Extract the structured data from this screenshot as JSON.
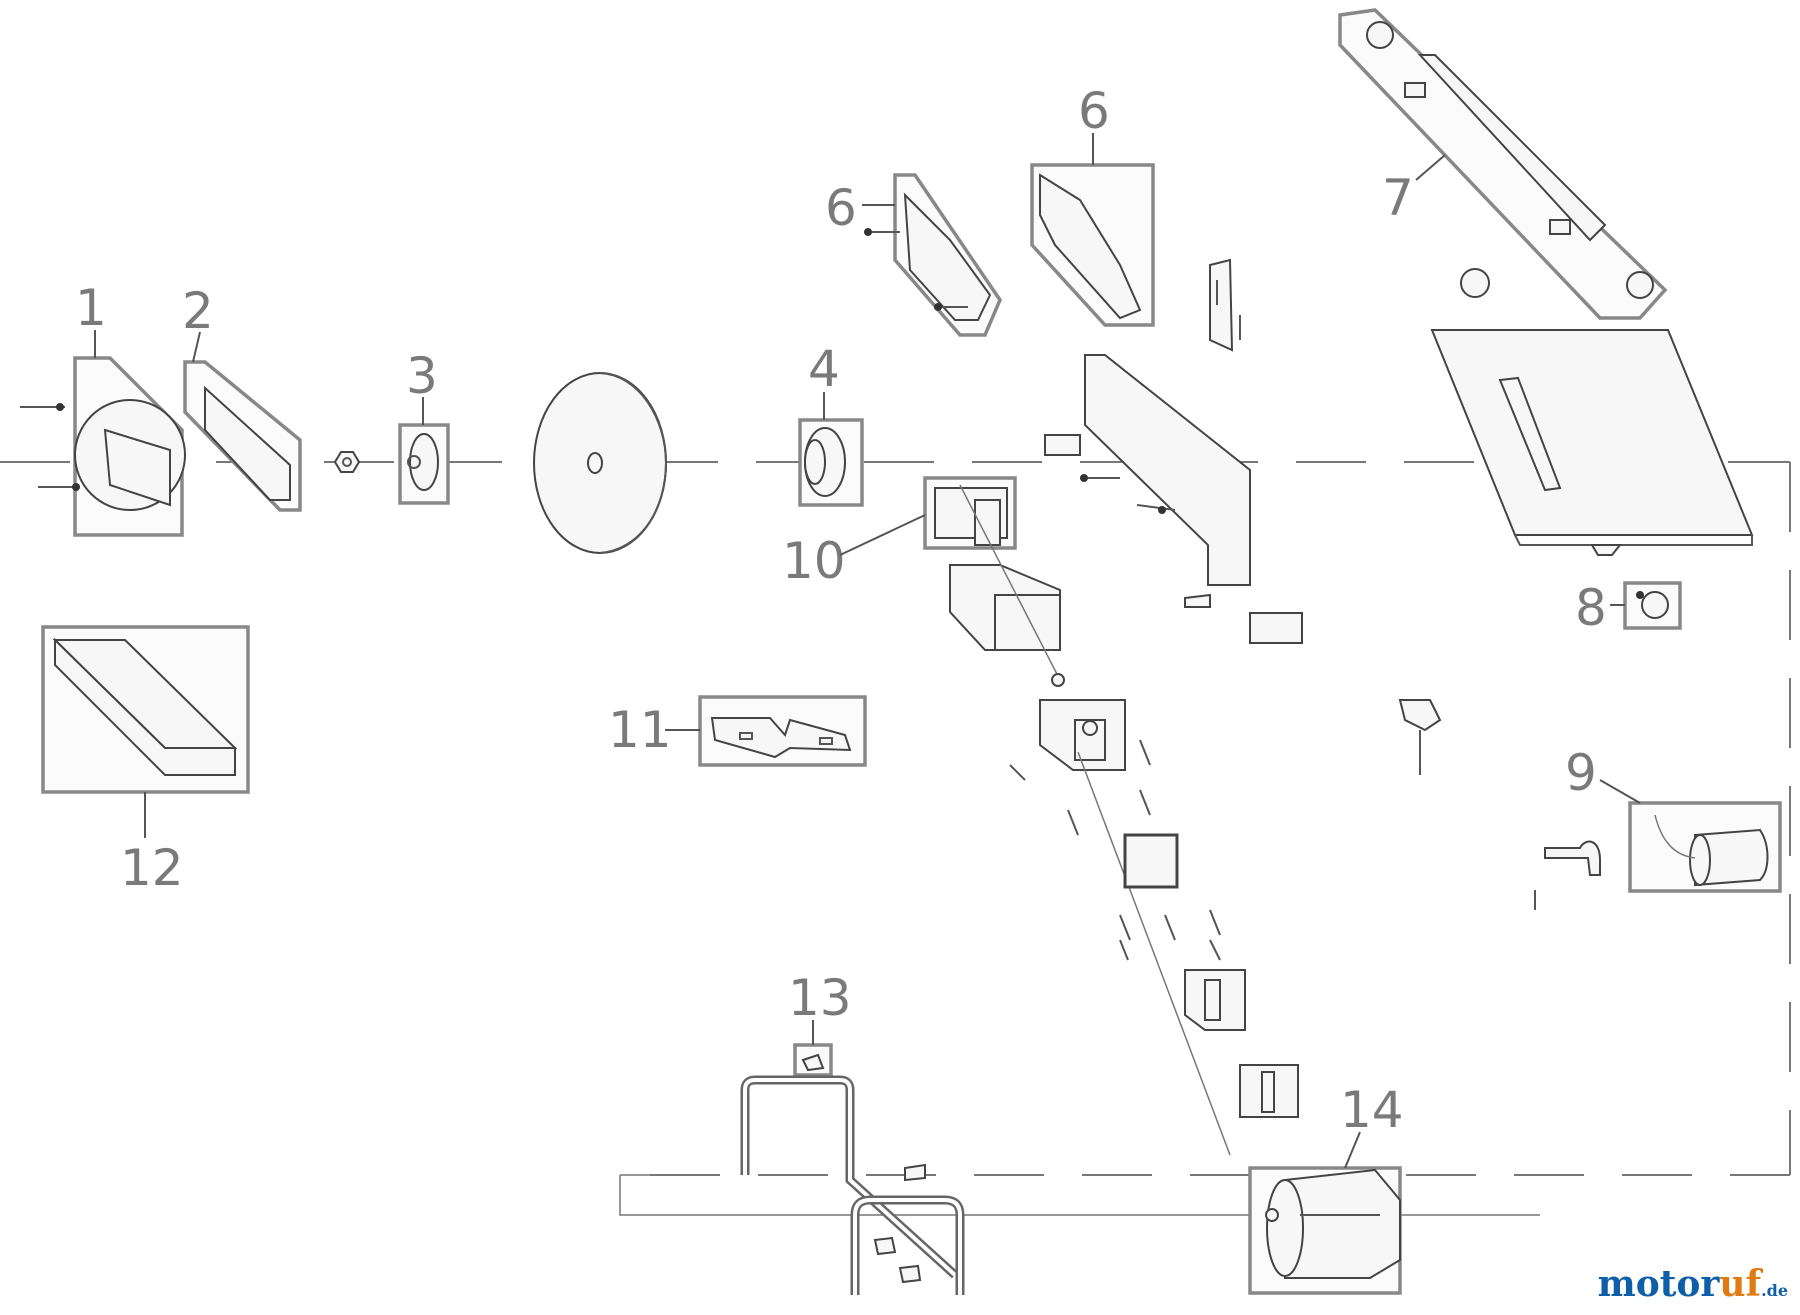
{
  "callouts": {
    "c1": "1",
    "c2": "2",
    "c3": "3",
    "c4": "4",
    "c6a": "6",
    "c6b": "6",
    "c7": "7",
    "c8": "8",
    "c9": "9",
    "c10": "10",
    "c11": "11",
    "c12": "12",
    "c13": "13",
    "c14": "14"
  },
  "watermark": {
    "part1": "motor",
    "part2": "uf",
    "part3": ".de"
  }
}
